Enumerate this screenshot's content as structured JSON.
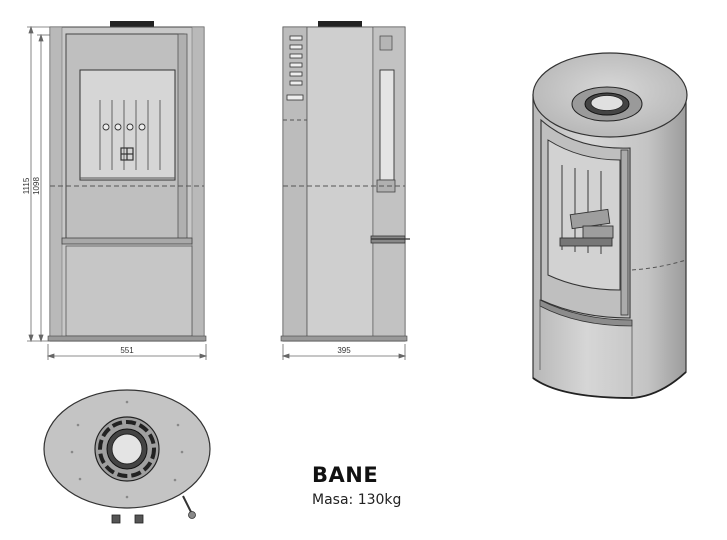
{
  "product": {
    "name": "BANE",
    "mass_label": "Masa: 130kg"
  },
  "dimensions": {
    "height_total": "1115",
    "height_inner": "1098",
    "width_front": "551",
    "depth_side": "395"
  },
  "colors": {
    "stove_body": "#c9c9c9",
    "stove_dark": "#a6a6a6",
    "outline": "#333333",
    "dimension_line": "#666666",
    "glass": "#e2e2e2"
  }
}
